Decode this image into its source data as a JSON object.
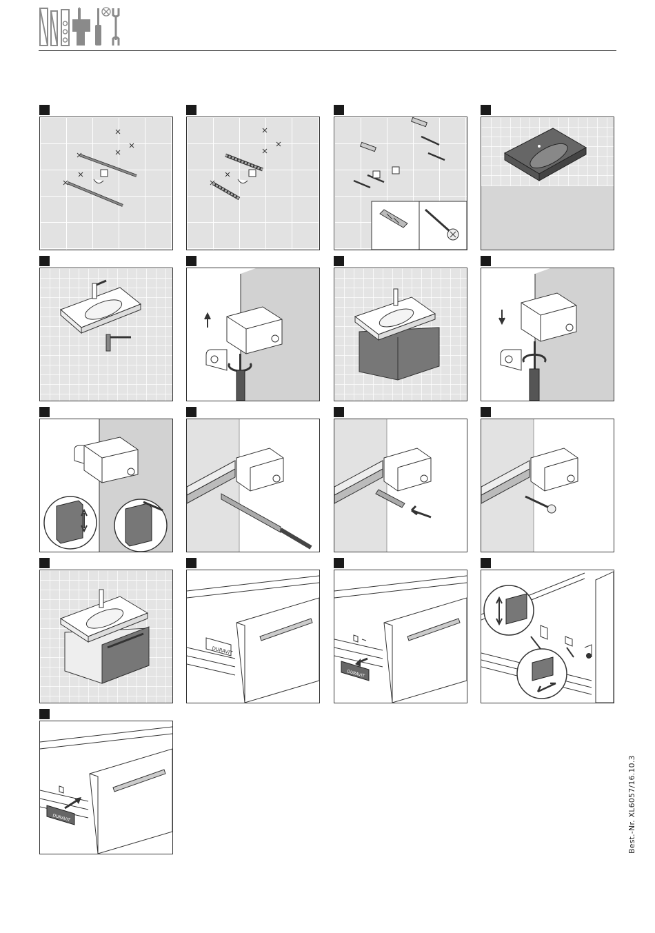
{
  "header": {
    "logo_icons": [
      "level-icon",
      "drill-icon",
      "screwdriver-icon",
      "no-icon",
      "wrench-icon"
    ]
  },
  "footer": {
    "order_number": "Best.-Nr. XL6057/16.10.3"
  },
  "colors": {
    "line": "#333333",
    "tile": "#e2e2e2",
    "grout": "#ffffff",
    "cabinet": "#7a7a7a",
    "wall_shade": "#cfcfcf",
    "badge": "#1a1a1a"
  },
  "brand": {
    "drawer_label": "DURAVIT"
  },
  "steps": [
    {
      "scene": "wall-markings"
    },
    {
      "scene": "drilling"
    },
    {
      "scene": "dowels-screws"
    },
    {
      "scene": "basin-mounted"
    },
    {
      "scene": "basin-with-siphon"
    },
    {
      "scene": "bracket-raise"
    },
    {
      "scene": "basin-with-cabinet"
    },
    {
      "scene": "bracket-lower"
    },
    {
      "scene": "cabinet-adjust"
    },
    {
      "scene": "rail-drill"
    },
    {
      "scene": "rail-dowel"
    },
    {
      "scene": "rail-screw"
    },
    {
      "scene": "basin-cabinet-closed"
    },
    {
      "scene": "drawer-label"
    },
    {
      "scene": "drawer-label-remove"
    },
    {
      "scene": "pad-adjust"
    },
    {
      "scene": "drawer-label-insert"
    }
  ]
}
